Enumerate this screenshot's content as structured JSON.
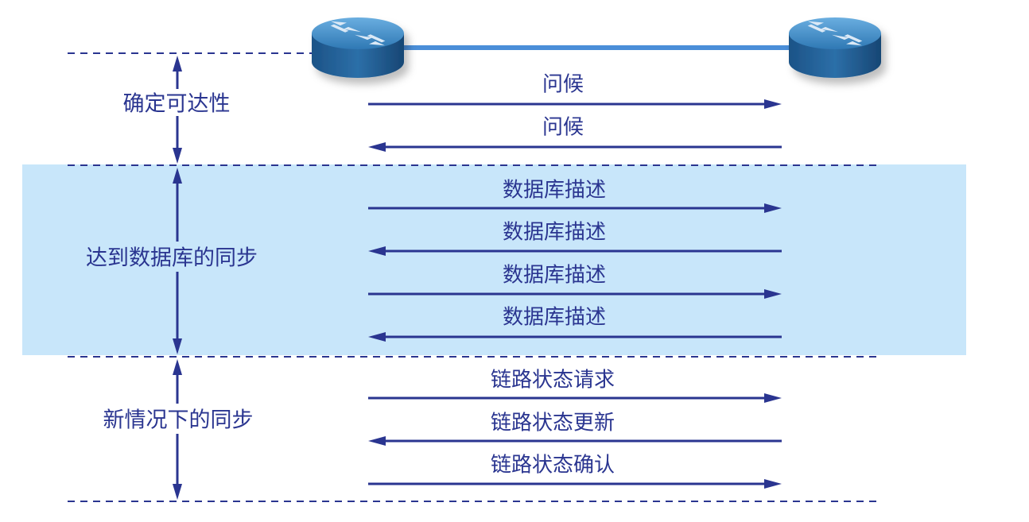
{
  "colors": {
    "arrow": "#2a3590",
    "band": "#c8e6fa",
    "link": "#4a8ed8",
    "router_top": "#3f86c0",
    "router_side": "#1e5a8f"
  },
  "routers": [
    {
      "name": "router-left",
      "icon": "router-icon"
    },
    {
      "name": "router-right",
      "icon": "router-icon"
    }
  ],
  "phases": [
    {
      "label": "确定可达性",
      "highlighted": false
    },
    {
      "label": "达到数据库的同步",
      "highlighted": true
    },
    {
      "label": "新情况下的同步",
      "highlighted": false
    }
  ],
  "messages": [
    {
      "label": "问候",
      "direction": "right"
    },
    {
      "label": "问候",
      "direction": "left"
    },
    {
      "label": "数据库描述",
      "direction": "right"
    },
    {
      "label": "数据库描述",
      "direction": "left"
    },
    {
      "label": "数据库描述",
      "direction": "right"
    },
    {
      "label": "数据库描述",
      "direction": "left"
    },
    {
      "label": "链路状态请求",
      "direction": "right"
    },
    {
      "label": "链路状态更新",
      "direction": "left"
    },
    {
      "label": "链路状态确认",
      "direction": "right"
    }
  ]
}
